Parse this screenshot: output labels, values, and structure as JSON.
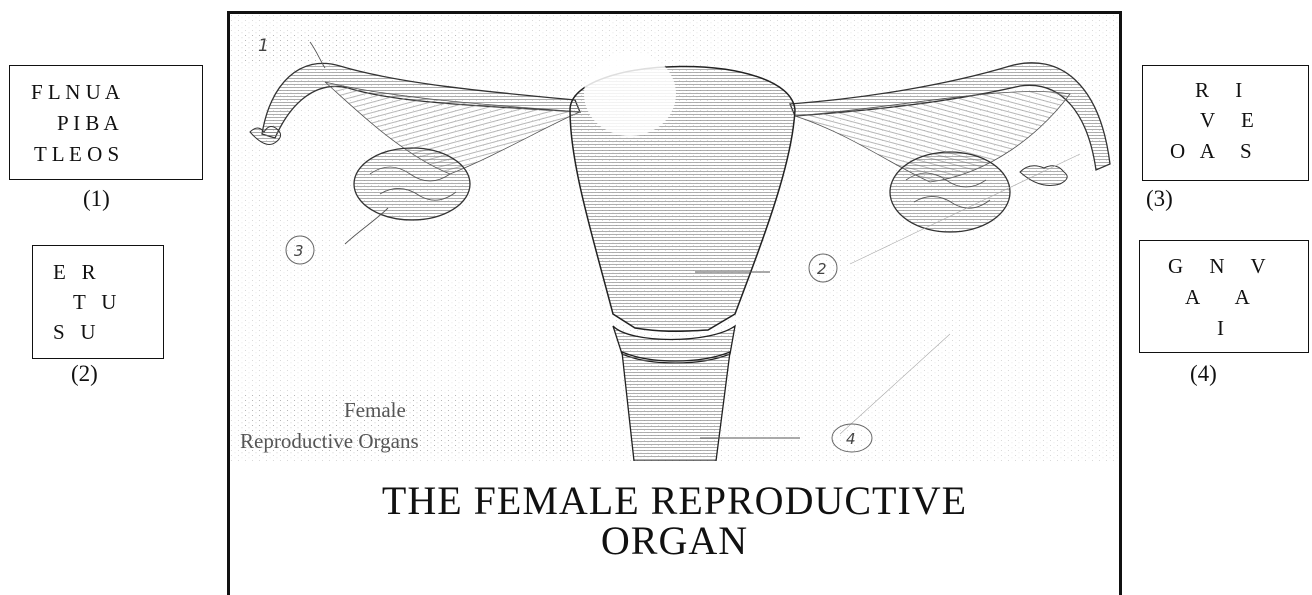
{
  "puzzles": [
    {
      "number": "(1)",
      "rows": [
        "F L N U A",
        "P I B A",
        "T L E O S"
      ]
    },
    {
      "number": "(2)",
      "rows": [
        "E   R",
        "T   U",
        "S   U"
      ]
    },
    {
      "number": "(3)",
      "rows": [
        "R     I",
        "V     E",
        "O   A     S"
      ]
    },
    {
      "number": "(4)",
      "rows": [
        "G     N     V",
        "A       A",
        "I"
      ]
    }
  ],
  "illustration": {
    "caption_line1": "Female",
    "caption_line2": "Reproductive Organs",
    "markers": [
      "1",
      "2",
      "3",
      "4"
    ]
  },
  "title": {
    "line1": "THE FEMALE REPRODUCTIVE",
    "line2": "ORGAN"
  }
}
